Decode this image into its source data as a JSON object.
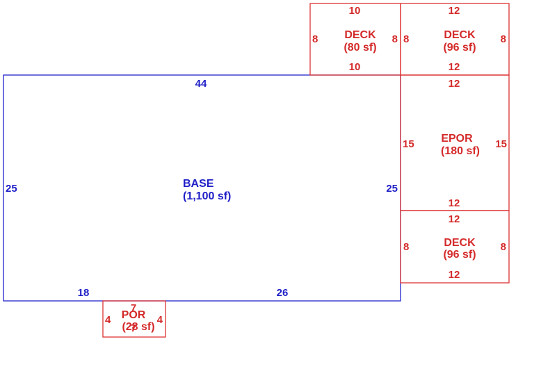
{
  "colors": {
    "base": "#2222cc",
    "addition": "#dd3333"
  },
  "areas": {
    "base": {
      "name": "BASE",
      "area": "(1,100 sf)",
      "top": "44",
      "left": "25",
      "right": "25",
      "bottom_left": "18",
      "bottom_right": "26"
    },
    "deck_a": {
      "name": "DECK",
      "area": "(80 sf)",
      "top": "10",
      "bottom": "10",
      "left": "8",
      "right": "8"
    },
    "deck_b": {
      "name": "DECK",
      "area": "(96 sf)",
      "top": "12",
      "bottom": "12",
      "left": "8",
      "right": "8"
    },
    "epor": {
      "name": "EPOR",
      "area": "(180 sf)",
      "top": "12",
      "bottom": "12",
      "left": "15",
      "right": "15"
    },
    "deck_c": {
      "name": "DECK",
      "area": "(96 sf)",
      "top": "12",
      "bottom": "12",
      "left": "8",
      "right": "8"
    },
    "por": {
      "name": "POR",
      "area": "(28 sf)",
      "top": "7",
      "bottom": "7",
      "left": "4",
      "right": "4"
    }
  }
}
